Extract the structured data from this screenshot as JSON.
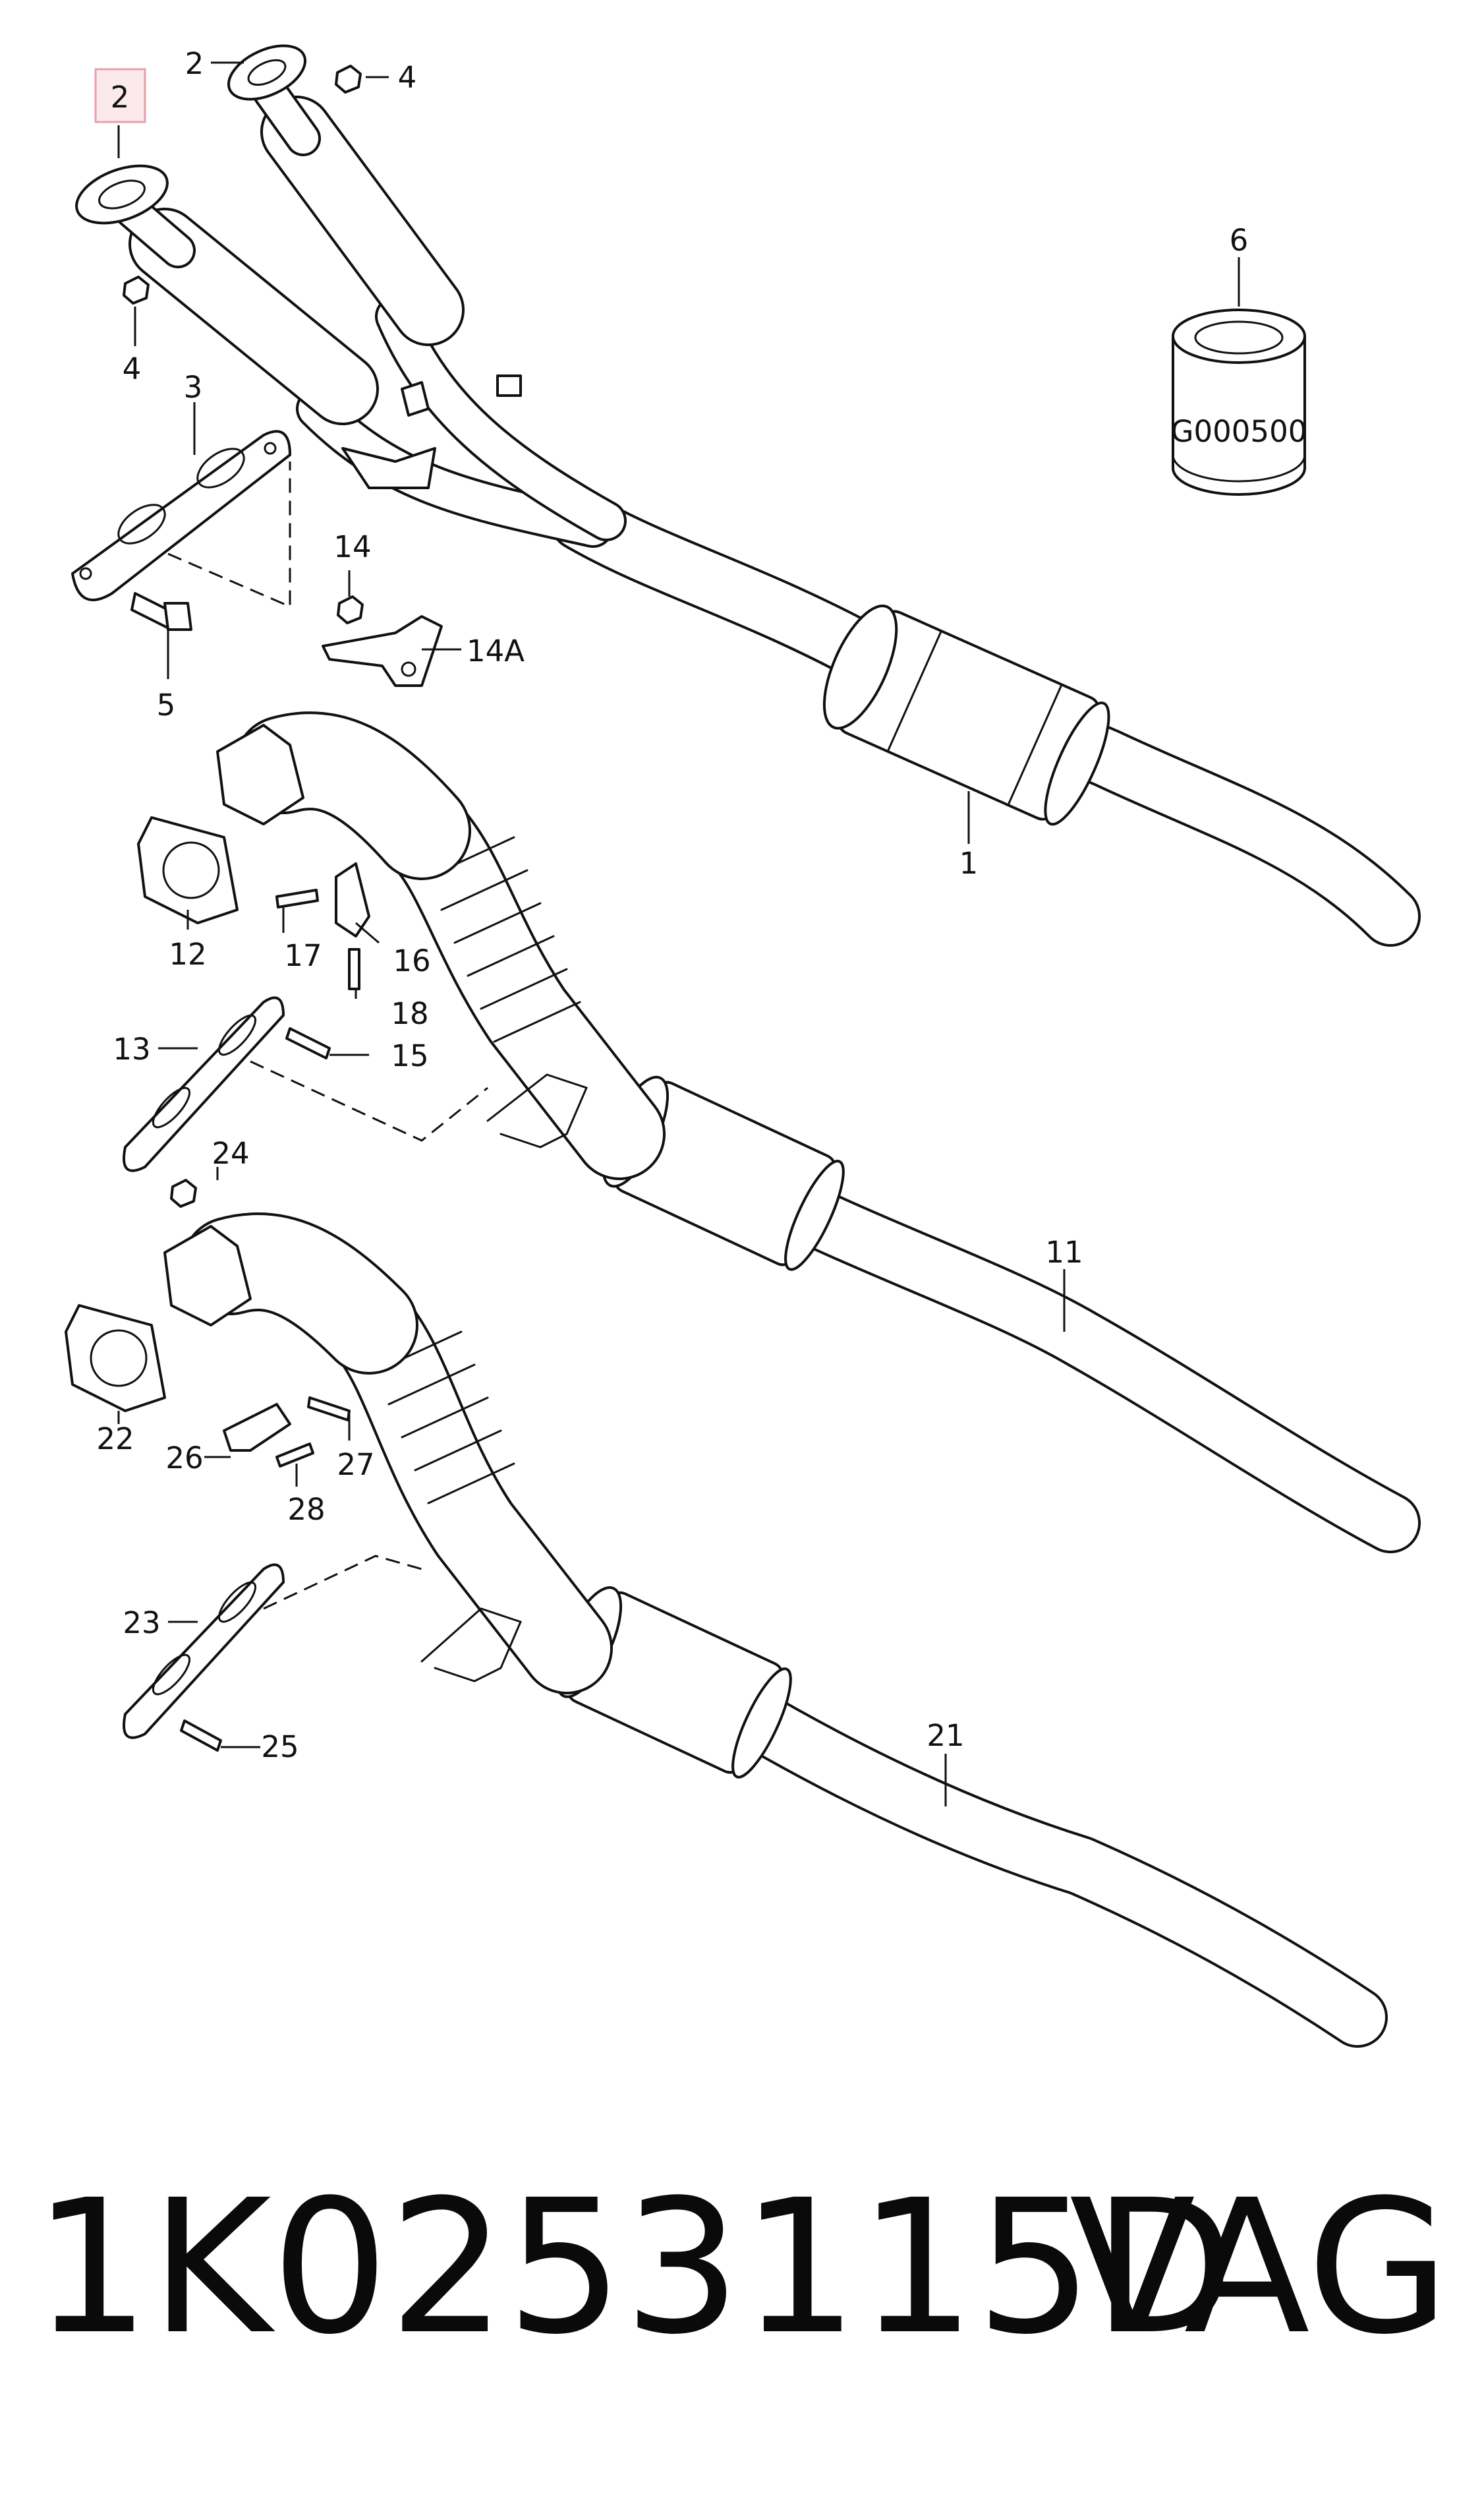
{
  "diagram": {
    "labels": {
      "l2_highlight": "2",
      "l2_top": "2",
      "l4_top": "4",
      "l4_left": "4",
      "l3": "3",
      "l5": "5",
      "l14": "14",
      "l14a": "14A",
      "l1": "1",
      "l6": "6",
      "l12": "12",
      "l17": "17",
      "l16": "16",
      "l18": "18",
      "l13": "13",
      "l15": "15",
      "l24": "24",
      "l11": "11",
      "l22": "22",
      "l26": "26",
      "l27": "27",
      "l28": "28",
      "l23": "23",
      "l25": "25",
      "l21": "21"
    },
    "sleeve_code": "G000500",
    "highlight_color": "#e8a0a8",
    "highlight_fill": "#fbe9ec"
  },
  "footer": {
    "part_number": "1K0253115D",
    "brand": "VAG"
  }
}
